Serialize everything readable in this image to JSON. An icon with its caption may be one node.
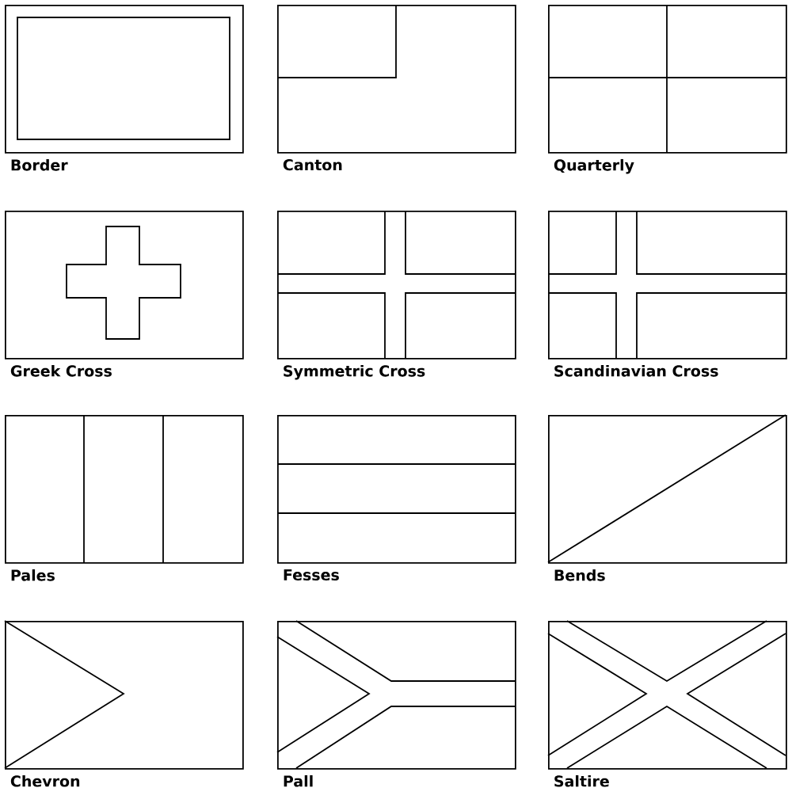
{
  "diagram": {
    "nodes": [
      {
        "text": [
          "Border"
        ]
      },
      {
        "text": [
          "Canton"
        ]
      },
      {
        "text": [
          "Quarterly"
        ]
      },
      {
        "text": [
          "Greek Cross"
        ]
      },
      {
        "text": [
          "Symmetric Cross"
        ]
      },
      {
        "text": [
          "Scandinavian Cross"
        ]
      },
      {
        "text": [
          "Pales"
        ]
      },
      {
        "text": [
          "Fesses"
        ]
      },
      {
        "text": [
          "Bends"
        ]
      },
      {
        "text": [
          "Chevron"
        ]
      },
      {
        "text": [
          "Pall"
        ]
      },
      {
        "text": [
          "Saltire"
        ]
      }
    ]
  }
}
